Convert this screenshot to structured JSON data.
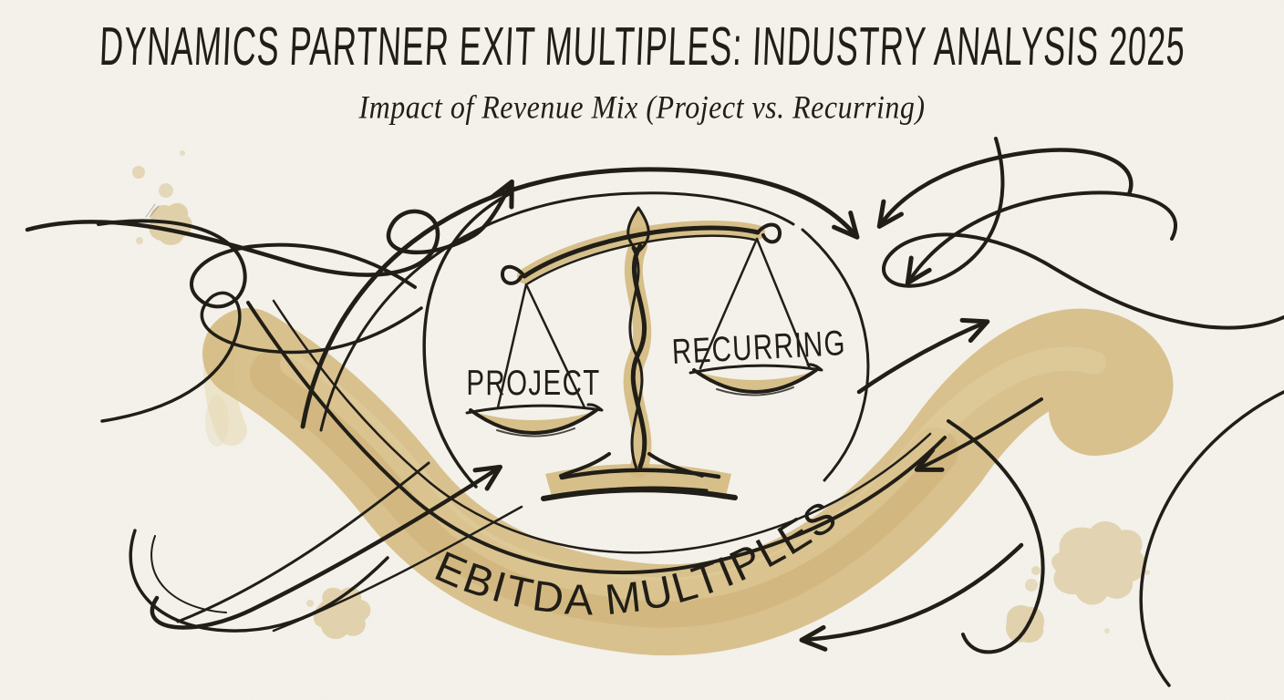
{
  "header": {
    "title": "DYNAMICS PARTNER EXIT MULTIPLES: INDUSTRY ANALYSIS 2025",
    "subtitle": "Impact of Revenue Mix (Project vs. Recurring)"
  },
  "scale": {
    "left_pan_label": "PROJECT",
    "right_pan_label": "RECURRING"
  },
  "banner": {
    "label": "EBITDA MULTIPLES"
  },
  "palette": {
    "paper": "#f5f3ec",
    "ink": "#211e17",
    "wash": "#d3b97e",
    "wash_light": "#e6d7a9",
    "wash_dark": "#c2a261"
  }
}
